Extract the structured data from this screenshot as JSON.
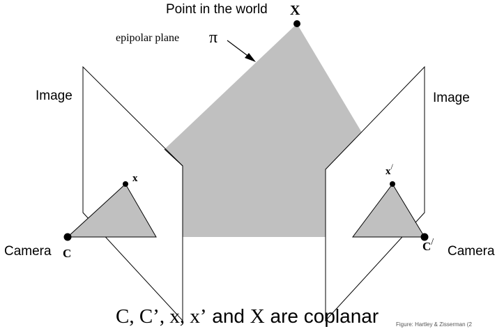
{
  "labels": {
    "point_in_world": "Point in the world",
    "world_point": "X",
    "epipolar_plane": "epipolar plane",
    "pi": "π",
    "image_left": "Image",
    "image_right": "Image",
    "camera_left": "Camera",
    "camera_right": "Camera",
    "point_x": "x",
    "point_x_prime": "x",
    "prime_mark": "/",
    "camera_center": "C",
    "camera_center_prime": "C"
  },
  "caption": {
    "part_serif_1": "C, C’, x, x’",
    "part_sans_1": " and ",
    "part_serif_2": "X",
    "part_sans_2": " are coplanar"
  },
  "credit": "Figure: Hartley & Zisserman (2",
  "colors": {
    "plane_fill": "#c0c0c0",
    "stroke": "#000000",
    "background": "#ffffff"
  }
}
